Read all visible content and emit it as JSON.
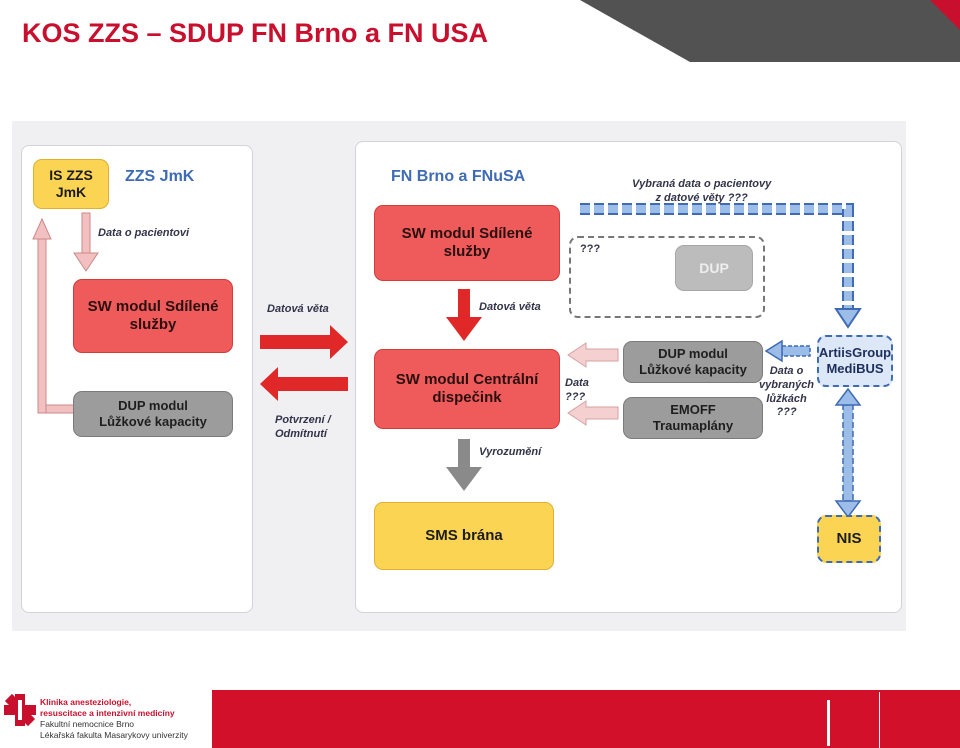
{
  "slide": {
    "title": "KOS ZZS – SDUP FN Brno a FN USA"
  },
  "left_panel": {
    "header": "ZZS JmK",
    "is_zzs_line1": "IS ZZS",
    "is_zzs_line2": "JmK",
    "label_data_o_pacientovi": "Data o pacientovi",
    "sw_sdilene_line1": "SW modul Sdílené",
    "sw_sdilene_line2": "služby",
    "dup_line1": "DUP modul",
    "dup_line2": "Lůžkové kapacity"
  },
  "middle": {
    "label_datova_veta": "Datová věta",
    "label_potvrzeni_line1": "Potvrzení /",
    "label_potvrzeni_line2": "Odmítnutí"
  },
  "right_panel": {
    "header": "FN Brno a FNuSA",
    "sw_sdilene_line1": "SW modul Sdílené",
    "sw_sdilene_line2": "služby",
    "qqq": "???",
    "dup_faded": "DUP",
    "label_vybrana_line1": "Vybraná data o pacientovy",
    "label_vybrana_line2": "z datové věty ???",
    "label_datova_veta": "Datová věta",
    "sw_centralni_line1": "SW modul Centrální",
    "sw_centralni_line2": "dispečink",
    "label_data": "Data",
    "label_data_qqq": "???",
    "dup_modul_line1": "DUP modul",
    "dup_modul_line2": "Lůžkové kapacity",
    "emoff_line1": "EMOFF",
    "emoff_line2": "Traumaplány",
    "artiis_line1": "ArtiisGroup",
    "artiis_line2": "MediBUS",
    "label_data_o_line1": "Data o",
    "label_data_o_line2": "vybraných",
    "label_data_o_line3": "lůžkách",
    "label_data_o_line4": "???",
    "label_vyrozumeni": "Vyrozumění",
    "sms_brana": "SMS brána",
    "nis": "NIS"
  },
  "footer": {
    "logo_line1": "Klinika anesteziologie,",
    "logo_line2": "resuscitace a intenzivní medicíny",
    "logo_line3": "Fakultní nemocnice Brno",
    "logo_line4": "Lékařská fakulta Masarykovy univerzity"
  },
  "colors": {
    "brand_red": "#c8102e",
    "box_red": "#ef5a5a",
    "box_yellow": "#fbd453",
    "box_gray": "#9c9c9c",
    "accent_blue": "#3f6bb5",
    "deco_dark": "#555555"
  }
}
